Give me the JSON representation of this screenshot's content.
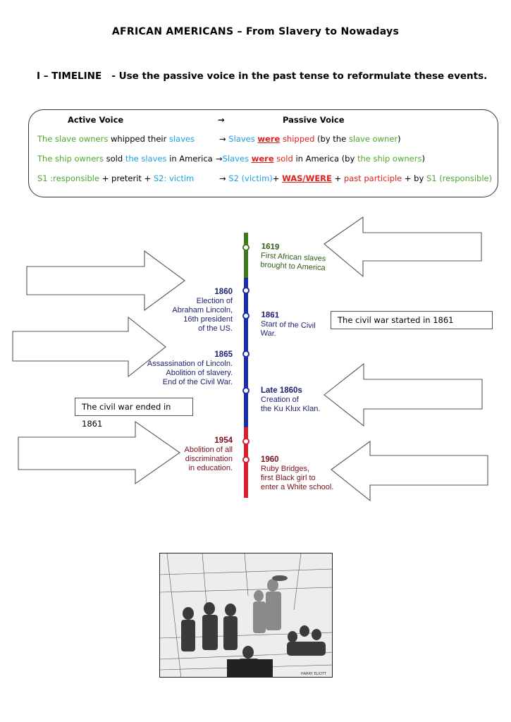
{
  "title": "AFRICAN AMERICANS – From Slavery to Nowadays",
  "section": {
    "heading": "I – TIMELINE",
    "instruction": "- Use the passive voice in the past tense to reformulate these events."
  },
  "grammar_box": {
    "active_header": "Active Voice",
    "arrow": "→",
    "passive_header": "Passive Voice",
    "rows": [
      {
        "active": [
          "The slave owners",
          " whipped their ",
          "slaves"
        ],
        "passive": [
          "→ ",
          "Slaves",
          " ",
          "were",
          " ",
          "shipped",
          " (by the ",
          "slave owner",
          ")"
        ]
      },
      {
        "active": [
          "The ship owners",
          " sold ",
          "the slaves",
          " in America"
        ],
        "passive": [
          "→",
          "Slaves",
          " ",
          "were",
          " ",
          "sold",
          " in America (by ",
          "the ship owners",
          ")"
        ]
      },
      {
        "active": [
          "S1 :responsible",
          " + preterit + ",
          "S2: victim"
        ],
        "passive": [
          "→ ",
          "S2 (victim)",
          "+ ",
          "WAS/WERE",
          " + ",
          "past participle",
          " + by ",
          "S1 (responsible)"
        ]
      }
    ]
  },
  "timeline": {
    "colors": {
      "green": "#3d7a1e",
      "blue": "#1c2ea6",
      "red": "#d6202f"
    },
    "events": [
      {
        "year": "1619",
        "lines": [
          "First African slaves",
          "brought to America"
        ],
        "side": "right",
        "color": "green"
      },
      {
        "year": "1860",
        "lines": [
          "Election of",
          "Abraham Lincoln,",
          "16th president",
          "of the US."
        ],
        "side": "left",
        "color": "blue"
      },
      {
        "year": "1861",
        "lines": [
          "Start of the Civil",
          "War."
        ],
        "side": "right",
        "color": "blue"
      },
      {
        "year": "1865",
        "lines": [
          "Assassination of Lincoln.",
          "Abolition of slavery.",
          "End of the Civil War."
        ],
        "side": "left",
        "color": "blue"
      },
      {
        "year": "Late 1860s",
        "lines": [
          "Creation of",
          "the Ku Klux Klan."
        ],
        "side": "right",
        "color": "blue"
      },
      {
        "year": "1954",
        "lines": [
          "Abolition of all",
          "discrimination",
          "in education."
        ],
        "side": "left",
        "color": "red"
      },
      {
        "year": "1960",
        "lines": [
          "Ruby Bridges,",
          "first Black girl to",
          "enter a White school."
        ],
        "side": "right",
        "color": "red"
      }
    ]
  },
  "answers": [
    "The civil war started in 1861",
    "The civil war ended in 1861"
  ],
  "image": {
    "caption": "",
    "signature": "HARRY ELIOTT"
  }
}
